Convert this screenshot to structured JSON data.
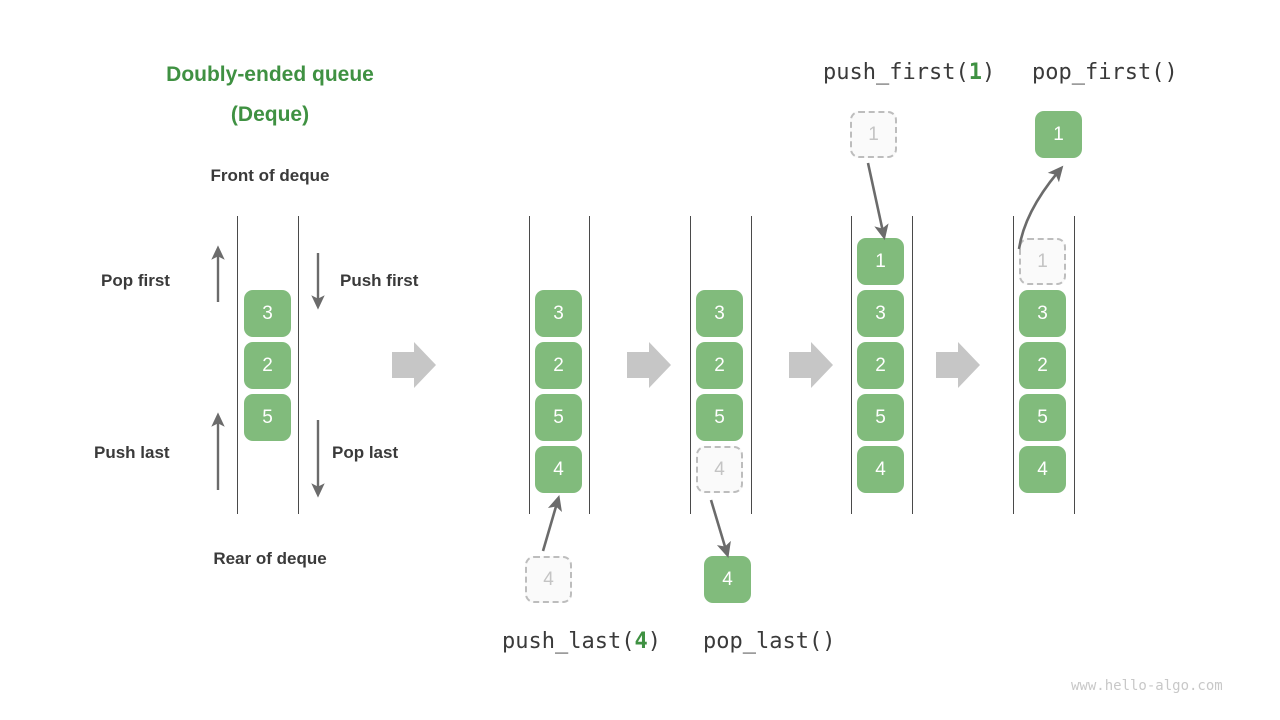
{
  "diagram": {
    "title_line1": "Doubly-ended queue",
    "title_line2": "(Deque)",
    "front_label": "Front of deque",
    "rear_label": "Rear of deque",
    "watermark": "www.hello-algo.com",
    "accent_green": "#3f9142",
    "node_green": "#81bb7c",
    "ghost_gray": "#c4c4c4",
    "text_dark": "#3a3a3a",
    "flow_arrow_gray": "#c4c4c4"
  },
  "operations": {
    "pop_first": "Pop first",
    "push_first": "Push first",
    "push_last": "Push last",
    "pop_last": "Pop last"
  },
  "captions": {
    "push_first_call_name": "push_first(",
    "push_first_call_arg": "1",
    "push_first_call_close": ")",
    "pop_first_call": "pop_first()",
    "push_last_call_name": "push_last(",
    "push_last_call_arg": "4",
    "push_last_call_close": ")",
    "pop_last_call": "pop_last()"
  },
  "stages": [
    {
      "id": "initial",
      "nodes": [
        {
          "value": "3",
          "ghost": false
        },
        {
          "value": "2",
          "ghost": false
        },
        {
          "value": "5",
          "ghost": false
        }
      ],
      "detached": []
    },
    {
      "id": "after-push-last",
      "nodes": [
        {
          "value": "3",
          "ghost": false
        },
        {
          "value": "2",
          "ghost": false
        },
        {
          "value": "5",
          "ghost": false
        },
        {
          "value": "4",
          "ghost": false
        }
      ],
      "detached": [
        {
          "value": "4",
          "ghost": true
        }
      ]
    },
    {
      "id": "after-pop-last",
      "nodes": [
        {
          "value": "3",
          "ghost": false
        },
        {
          "value": "2",
          "ghost": false
        },
        {
          "value": "5",
          "ghost": false
        },
        {
          "value": "4",
          "ghost": true
        }
      ],
      "detached": [
        {
          "value": "4",
          "ghost": false
        }
      ]
    },
    {
      "id": "after-push-first",
      "nodes": [
        {
          "value": "1",
          "ghost": false
        },
        {
          "value": "3",
          "ghost": false
        },
        {
          "value": "2",
          "ghost": false
        },
        {
          "value": "5",
          "ghost": false
        },
        {
          "value": "4",
          "ghost": false
        }
      ],
      "detached": [
        {
          "value": "1",
          "ghost": true
        }
      ]
    },
    {
      "id": "after-pop-first",
      "nodes": [
        {
          "value": "1",
          "ghost": true
        },
        {
          "value": "3",
          "ghost": false
        },
        {
          "value": "2",
          "ghost": false
        },
        {
          "value": "5",
          "ghost": false
        },
        {
          "value": "4",
          "ghost": false
        }
      ],
      "detached": [
        {
          "value": "1",
          "ghost": false
        }
      ]
    }
  ]
}
